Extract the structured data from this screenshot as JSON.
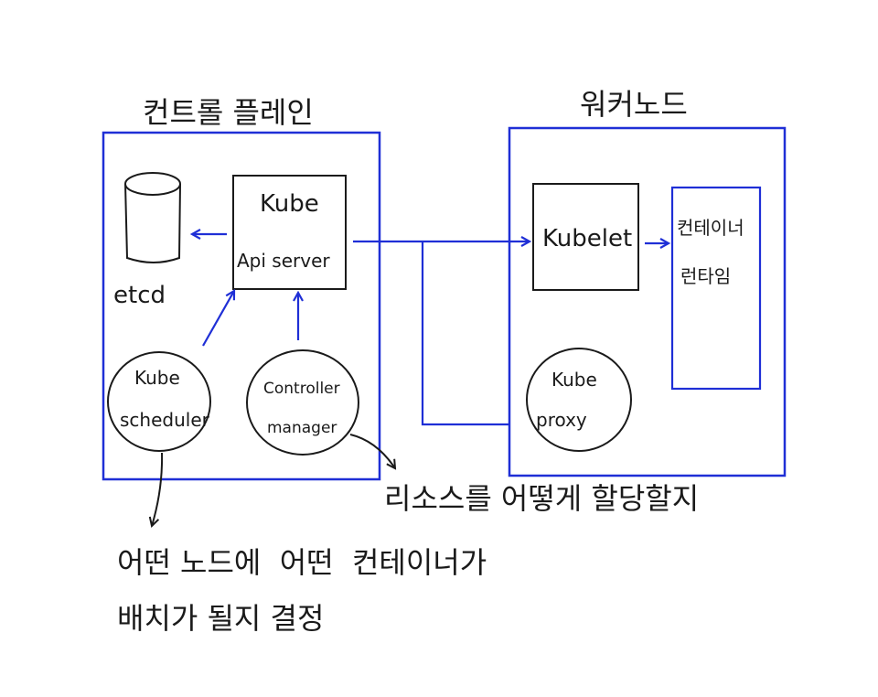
{
  "colors": {
    "accent_blue": "#1f2fd6",
    "ink": "#1a1a1a",
    "background": "#ffffff"
  },
  "control_plane": {
    "title": "컨트롤 플레인",
    "etcd": {
      "label": "etcd"
    },
    "api_server": {
      "line1": "Kube",
      "line2": "Api server"
    },
    "scheduler": {
      "line1": "Kube",
      "line2": "scheduler"
    },
    "controller_manager": {
      "line1": "Controller",
      "line2": "manager"
    }
  },
  "worker_node": {
    "title": "워커노드",
    "kubelet": {
      "label": "Kubelet"
    },
    "container_runtime": {
      "line1": "컨테이너",
      "line2": "런타임"
    },
    "kube_proxy": {
      "line1": "Kube",
      "line2": "proxy"
    }
  },
  "annotations": {
    "controller_note": "리소스를 어떻게 할당할지",
    "scheduler_note_line1": "어떤 노드에  어떤  컨테이너가",
    "scheduler_note_line2": "배치가 될지 결정"
  }
}
